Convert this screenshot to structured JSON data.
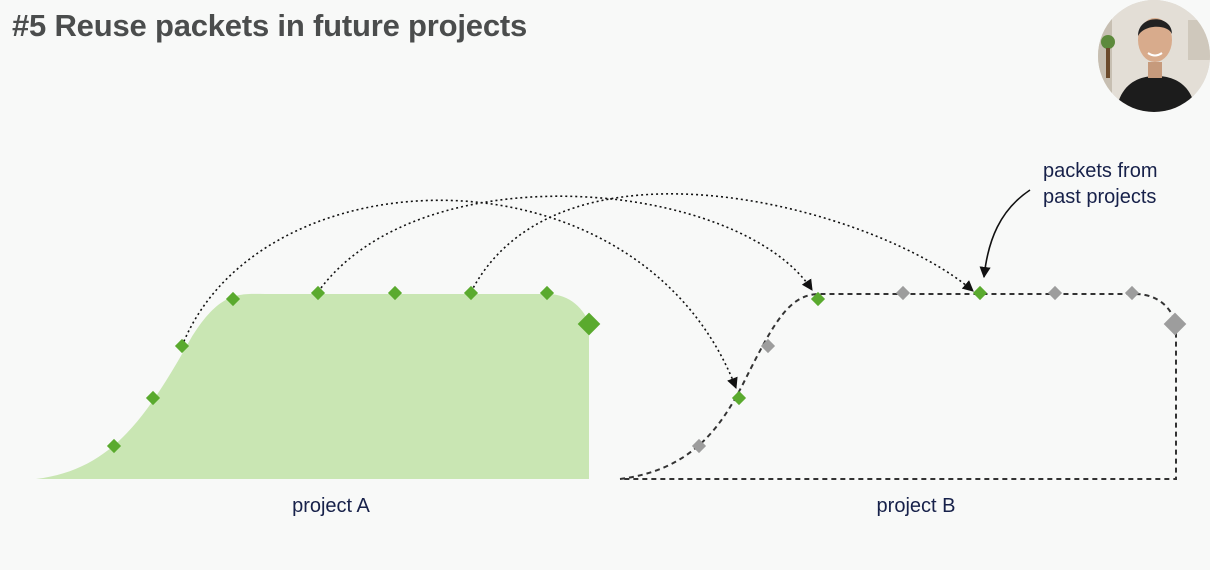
{
  "slide": {
    "title": "#5 Reuse packets in future projects"
  },
  "diagram": {
    "project_a_label": "project A",
    "project_b_label": "project B",
    "annotation_line1": "packets from",
    "annotation_line2": "past projects",
    "colors": {
      "fill": "#c9e6b3",
      "packet_reused": "#5aaa2e",
      "packet_new": "#9d9d9d",
      "path": "#333333"
    }
  },
  "presenter": {
    "icon": "webcam-video-icon"
  }
}
